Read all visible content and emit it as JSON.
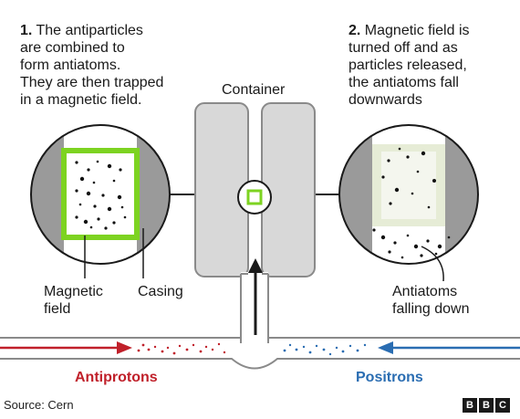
{
  "captions": {
    "step1": {
      "number": "1.",
      "lines": [
        " The antiparticles",
        "are combined to",
        "form antiatoms.",
        "They are then trapped",
        "in a magnetic field."
      ]
    },
    "step2": {
      "number": "2.",
      "lines": [
        " Magnetic field is",
        "turned off and as",
        "particles released,",
        "the antiatoms fall",
        "downwards"
      ]
    }
  },
  "labels": {
    "container": "Container",
    "magnetic_field": [
      "Magnetic",
      "field"
    ],
    "casing": "Casing",
    "antiatoms_falling": [
      "Antiatoms",
      "falling down"
    ],
    "antiprotons": "Antiprotons",
    "positrons": "Positrons"
  },
  "footer": {
    "source": "Source: Cern",
    "logo_letters": [
      "B",
      "B",
      "C"
    ]
  },
  "colors": {
    "antiprotons": "#c0202a",
    "positrons": "#2a6db2",
    "magnetic_field_on": "#7dd321",
    "magnetic_field_off": "#e6ecd6",
    "casing": "#9a9a9a",
    "container": "#d8d8d8"
  }
}
